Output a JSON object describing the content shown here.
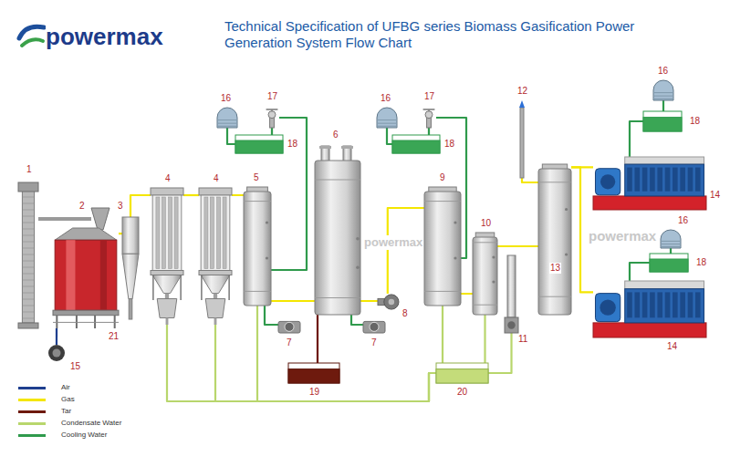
{
  "diagram": {
    "title": "Technical Specification of UFBG series Biomass Gasification Power Generation System Flow Chart",
    "nodes": [
      {
        "text": [
          "1"
        ]
      },
      {
        "text": [
          "2"
        ]
      },
      {
        "text": [
          "21"
        ]
      },
      {
        "text": [
          "15"
        ]
      },
      {
        "text": [
          "3"
        ]
      },
      {
        "text": [
          "4"
        ]
      },
      {
        "text": [
          "4"
        ]
      },
      {
        "text": [
          "16"
        ]
      },
      {
        "text": [
          "17"
        ]
      },
      {
        "text": [
          "18"
        ]
      },
      {
        "text": [
          "5"
        ]
      },
      {
        "text": [
          "7"
        ]
      },
      {
        "text": [
          "6"
        ]
      },
      {
        "text": [
          "19"
        ]
      },
      {
        "text": [
          "7"
        ]
      },
      {
        "text": [
          "8"
        ]
      },
      {
        "text": [
          "16"
        ]
      },
      {
        "text": [
          "17"
        ]
      },
      {
        "text": [
          "18"
        ]
      },
      {
        "text": [
          "9"
        ]
      },
      {
        "text": [
          "10"
        ]
      },
      {
        "text": [
          "11"
        ]
      },
      {
        "text": [
          "12"
        ]
      },
      {
        "text": [
          "13"
        ]
      },
      {
        "text": [
          "20"
        ]
      },
      {
        "text": [
          "16"
        ]
      },
      {
        "text": [
          "18"
        ]
      },
      {
        "text": [
          "14"
        ]
      },
      {
        "text": [
          "16"
        ]
      },
      {
        "text": [
          "18"
        ]
      },
      {
        "text": [
          "14"
        ]
      }
    ],
    "edges": [
      {
        "from": 0,
        "to": 1,
        "arrow": "none"
      },
      {
        "from": 3,
        "to": 2,
        "arrow": "none"
      },
      {
        "from": 2,
        "to": 4,
        "arrow": "none"
      },
      {
        "from": 4,
        "to": 5,
        "arrow": "none"
      },
      {
        "from": 5,
        "to": 6,
        "arrow": "none"
      },
      {
        "from": 6,
        "to": 10,
        "arrow": "none"
      },
      {
        "from": 10,
        "to": 12,
        "arrow": "none"
      },
      {
        "from": 12,
        "to": 15,
        "arrow": "none"
      },
      {
        "from": 15,
        "to": 19,
        "arrow": "none"
      },
      {
        "from": 19,
        "to": 20,
        "arrow": "none"
      },
      {
        "from": 20,
        "to": 23,
        "arrow": "none"
      },
      {
        "from": 23,
        "to": 22,
        "arrow": "none"
      },
      {
        "from": 23,
        "to": 27,
        "arrow": "none"
      },
      {
        "from": 23,
        "to": 30,
        "arrow": "none"
      },
      {
        "from": 12,
        "to": 13,
        "arrow": "none"
      },
      {
        "from": 5,
        "to": 24,
        "arrow": "none"
      },
      {
        "from": 6,
        "to": 24,
        "arrow": "none"
      },
      {
        "from": 10,
        "to": 24,
        "arrow": "none"
      },
      {
        "from": 19,
        "to": 24,
        "arrow": "none"
      },
      {
        "from": 20,
        "to": 24,
        "arrow": "none"
      },
      {
        "from": 21,
        "to": 24,
        "arrow": "none"
      },
      {
        "from": 7,
        "to": 9,
        "arrow": "none"
      },
      {
        "from": 8,
        "to": 9,
        "arrow": "none"
      },
      {
        "from": 8,
        "to": 10,
        "arrow": "none"
      },
      {
        "from": 11,
        "to": 10,
        "arrow": "none"
      },
      {
        "from": 16,
        "to": 18,
        "arrow": "none"
      },
      {
        "from": 17,
        "to": 18,
        "arrow": "none"
      },
      {
        "from": 17,
        "to": 19,
        "arrow": "none"
      },
      {
        "from": 14,
        "to": 12,
        "arrow": "none"
      },
      {
        "from": 25,
        "to": 26,
        "arrow": "none"
      },
      {
        "from": 26,
        "to": 27,
        "arrow": "none"
      },
      {
        "from": 28,
        "to": 29,
        "arrow": "none"
      },
      {
        "from": 29,
        "to": 30,
        "arrow": "none"
      }
    ],
    "labels": [
      "powermax",
      "powermax",
      "powermax"
    ],
    "legend": [
      {
        "text": "Air",
        "color": "#1f3f8f"
      },
      {
        "text": "Gas",
        "color": "#f4e600"
      },
      {
        "text": "Tar",
        "color": "#6e1a0e"
      },
      {
        "text": "Condensate Water",
        "color": "#b8d66c"
      },
      {
        "text": "Cooling Water",
        "color": "#2f9a4c"
      }
    ]
  }
}
